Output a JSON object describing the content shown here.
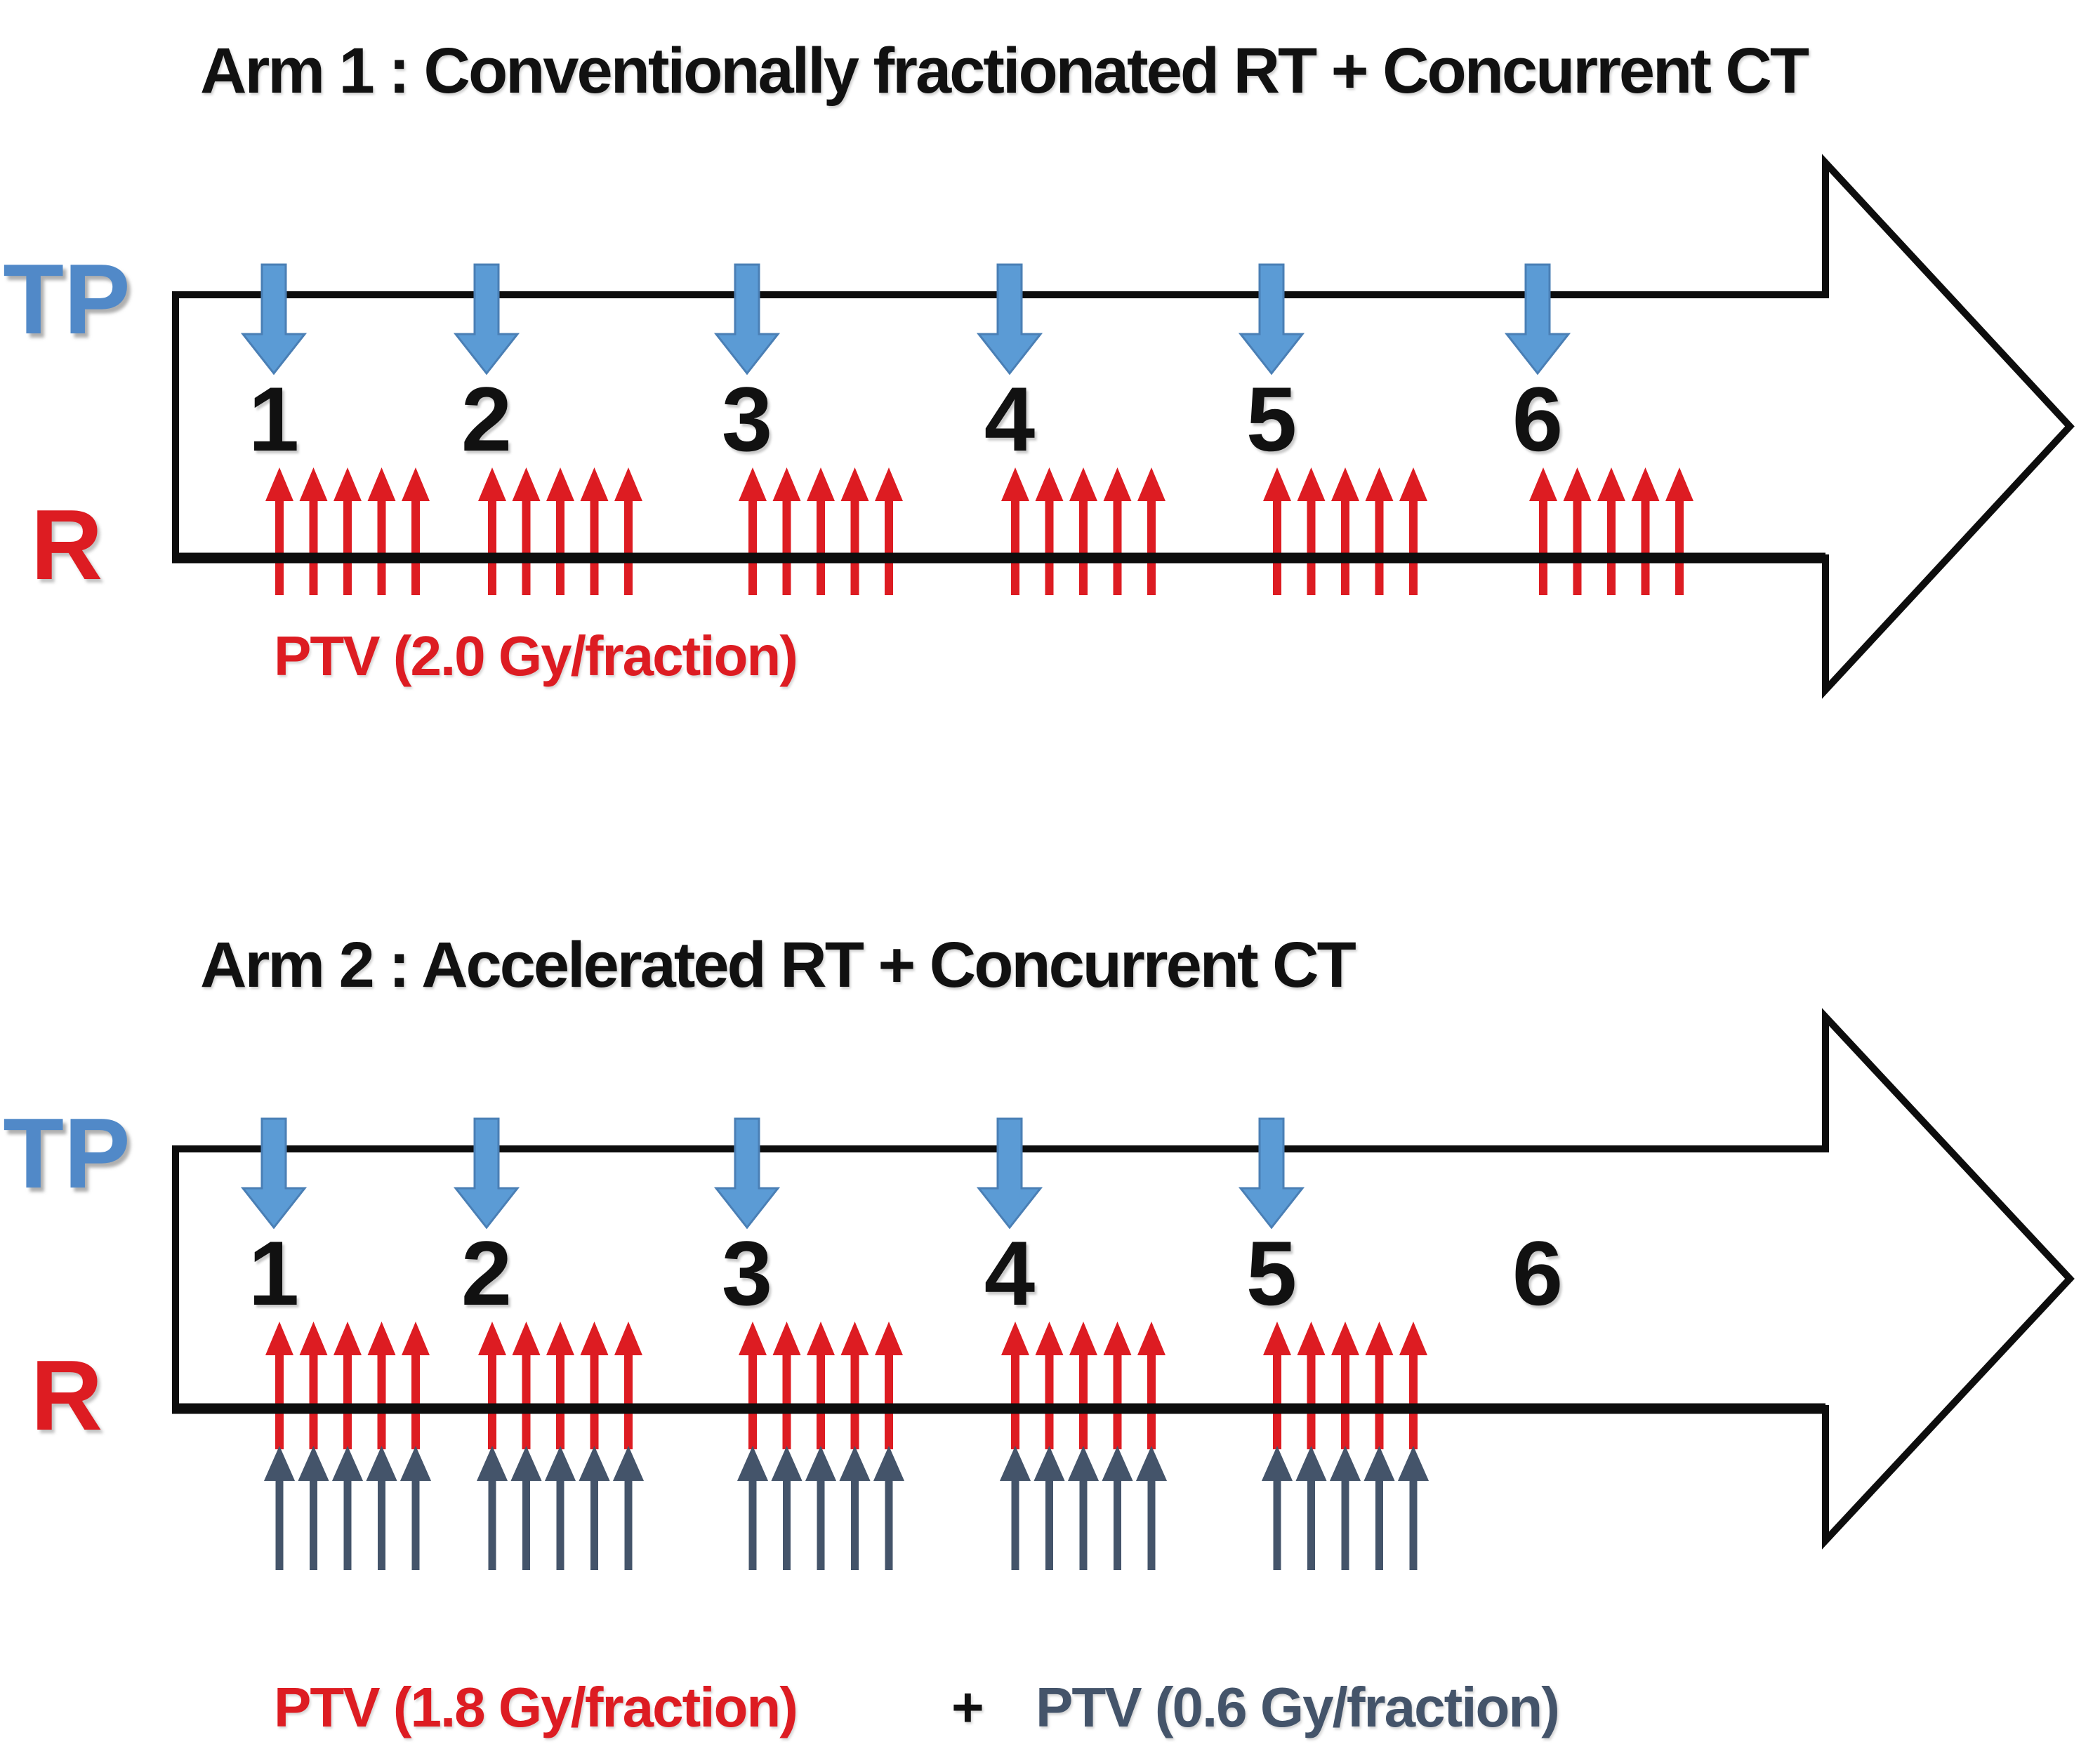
{
  "figure": {
    "background": "#ffffff",
    "colors": {
      "chemo_blue": "#5b9bd5",
      "chemo_blue_edge": "#4a7fb5",
      "rt_red": "#dd1c22",
      "boost_slate": "#44546a",
      "outline_black": "#0d0d0d",
      "label_blue": "#5189c8",
      "text_black": "#111111"
    },
    "icons": {
      "chemo_arrow": "down-arrow",
      "rt_arrow": "up-arrow",
      "boost_arrow": "up-arrow",
      "timeline": "right-block-arrow"
    },
    "arms": [
      {
        "title": "Arm 1 : Conventionally fractionated RT + Concurrent CT",
        "timeline_label_top": "TP",
        "timeline_label_side": "R",
        "week_numbers": [
          "1",
          "2",
          "3",
          "4",
          "5",
          "6"
        ],
        "chemo_weeks": [
          1,
          2,
          3,
          4,
          5,
          6
        ],
        "rt_weeks": [
          1,
          2,
          3,
          4,
          5,
          6
        ],
        "boost_weeks": [],
        "rt_fractions_per_week": 5,
        "caption_segments": [
          {
            "text": "PTV (2.0 Gy/fraction)",
            "color_role": "rt_red"
          }
        ]
      },
      {
        "title": "Arm 2 : Accelerated RT + Concurrent CT",
        "timeline_label_top": "TP",
        "timeline_label_side": "R",
        "week_numbers": [
          "1",
          "2",
          "3",
          "4",
          "5",
          "6"
        ],
        "chemo_weeks": [
          1,
          2,
          3,
          4,
          5
        ],
        "rt_weeks": [
          1,
          2,
          3,
          4,
          5
        ],
        "boost_weeks": [
          1,
          2,
          3,
          4,
          5
        ],
        "rt_fractions_per_week": 5,
        "caption_segments": [
          {
            "text": "PTV (1.8 Gy/fraction)",
            "color_role": "rt_red"
          },
          {
            "text": "+",
            "color_role": "text_black"
          },
          {
            "text": "PTV (0.6 Gy/fraction)",
            "color_role": "boost_slate"
          }
        ]
      }
    ]
  }
}
